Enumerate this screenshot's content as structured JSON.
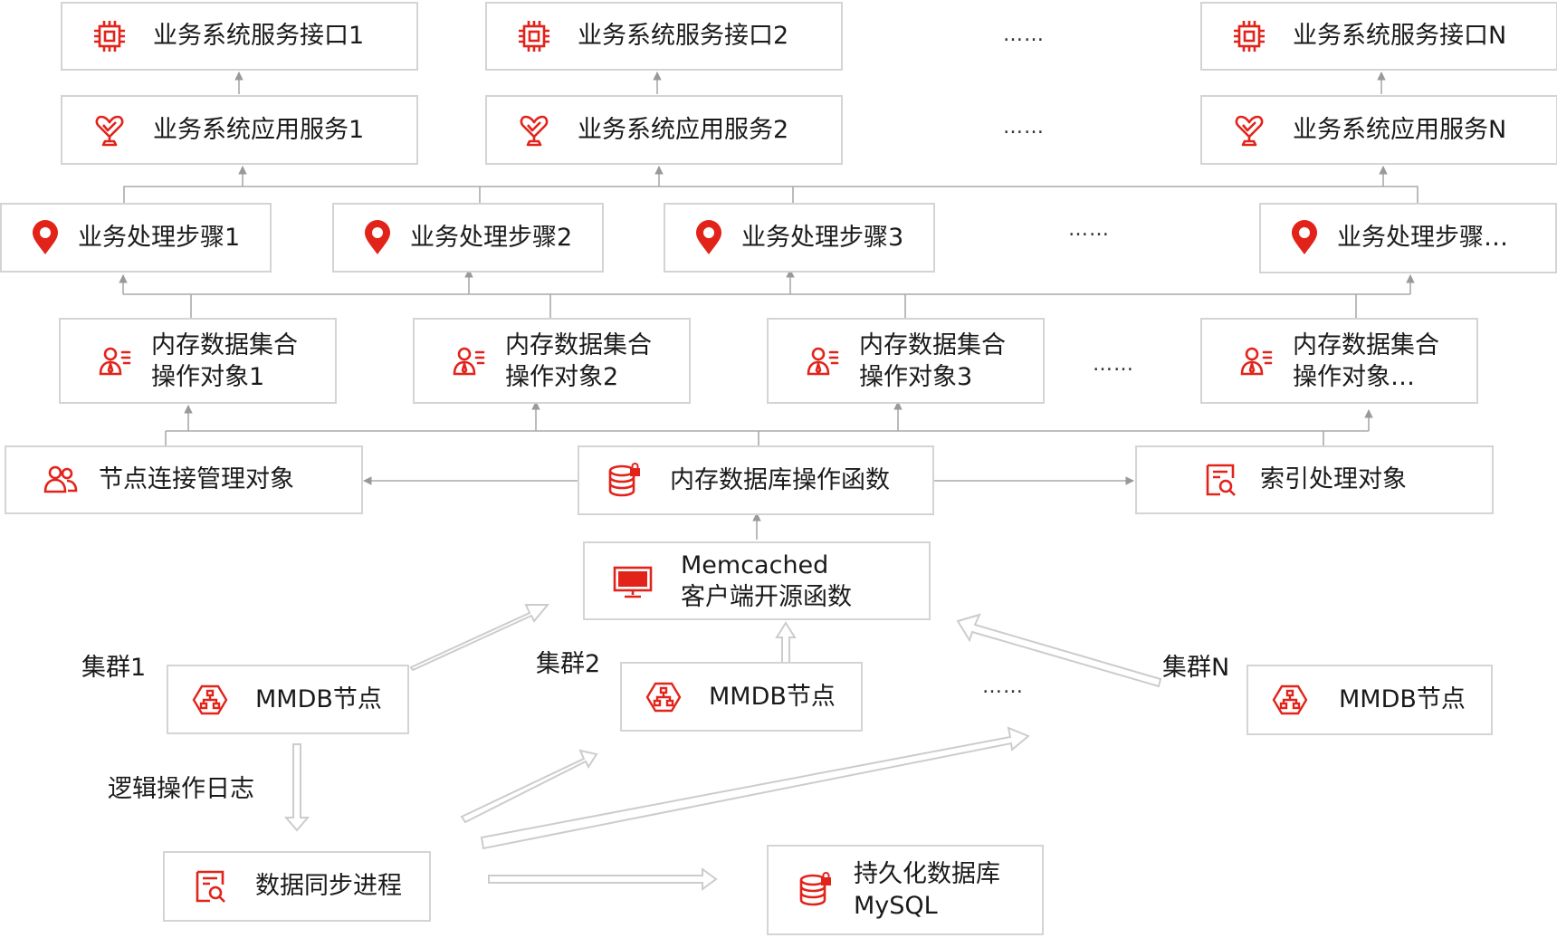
{
  "interfaces": [
    {
      "label": "业务系统服务接口1",
      "icon": "chip-icon"
    },
    {
      "label": "业务系统服务接口2",
      "icon": "chip-icon"
    },
    {
      "label": "业务系统服务接口N",
      "icon": "chip-icon"
    }
  ],
  "app_services": [
    {
      "label": "业务系统应用服务1",
      "icon": "heart-trophy-icon"
    },
    {
      "label": "业务系统应用服务2",
      "icon": "heart-trophy-icon"
    },
    {
      "label": "业务系统应用服务N",
      "icon": "heart-trophy-icon"
    }
  ],
  "steps": [
    {
      "label": "业务处理步骤1",
      "icon": "location-pin-icon"
    },
    {
      "label": "业务处理步骤2",
      "icon": "location-pin-icon"
    },
    {
      "label": "业务处理步骤3",
      "icon": "location-pin-icon"
    },
    {
      "label": "业务处理步骤…",
      "icon": "location-pin-icon"
    }
  ],
  "mem_objects": [
    {
      "line1": "内存数据集合",
      "line2": "操作对象1",
      "icon": "user-list-icon"
    },
    {
      "line1": "内存数据集合",
      "line2": "操作对象2",
      "icon": "user-list-icon"
    },
    {
      "line1": "内存数据集合",
      "line2": "操作对象3",
      "icon": "user-list-icon"
    },
    {
      "line1": "内存数据集合",
      "line2": "操作对象…",
      "icon": "user-list-icon"
    }
  ],
  "node_conn": {
    "label": "节点连接管理对象",
    "icon": "users-icon"
  },
  "mem_db_func": {
    "label": "内存数据库操作函数",
    "icon": "database-lock-icon"
  },
  "index_obj": {
    "label": "索引处理对象",
    "icon": "document-search-icon"
  },
  "memcached": {
    "line1": "Memcached",
    "line2": "客户端开源函数",
    "icon": "monitor-icon"
  },
  "clusters": [
    {
      "label": "集群1",
      "node": "MMDB节点",
      "icon": "network-hexagon-icon"
    },
    {
      "label": "集群2",
      "node": "MMDB节点",
      "icon": "network-hexagon-icon"
    },
    {
      "label": "集群N",
      "node": "MMDB节点",
      "icon": "network-hexagon-icon"
    }
  ],
  "log_label": "逻辑操作日志",
  "sync": {
    "label": "数据同步进程",
    "icon": "document-search-icon"
  },
  "mysql": {
    "line1": "持久化数据库",
    "line2": "MySQL",
    "icon": "database-lock-icon"
  },
  "ellipsis": "……",
  "colors": {
    "accent": "#e2231a",
    "border": "#d4d4d4",
    "connector": "#999999",
    "hollow_arrow": "#cccccc",
    "text": "#1a1a1a"
  }
}
